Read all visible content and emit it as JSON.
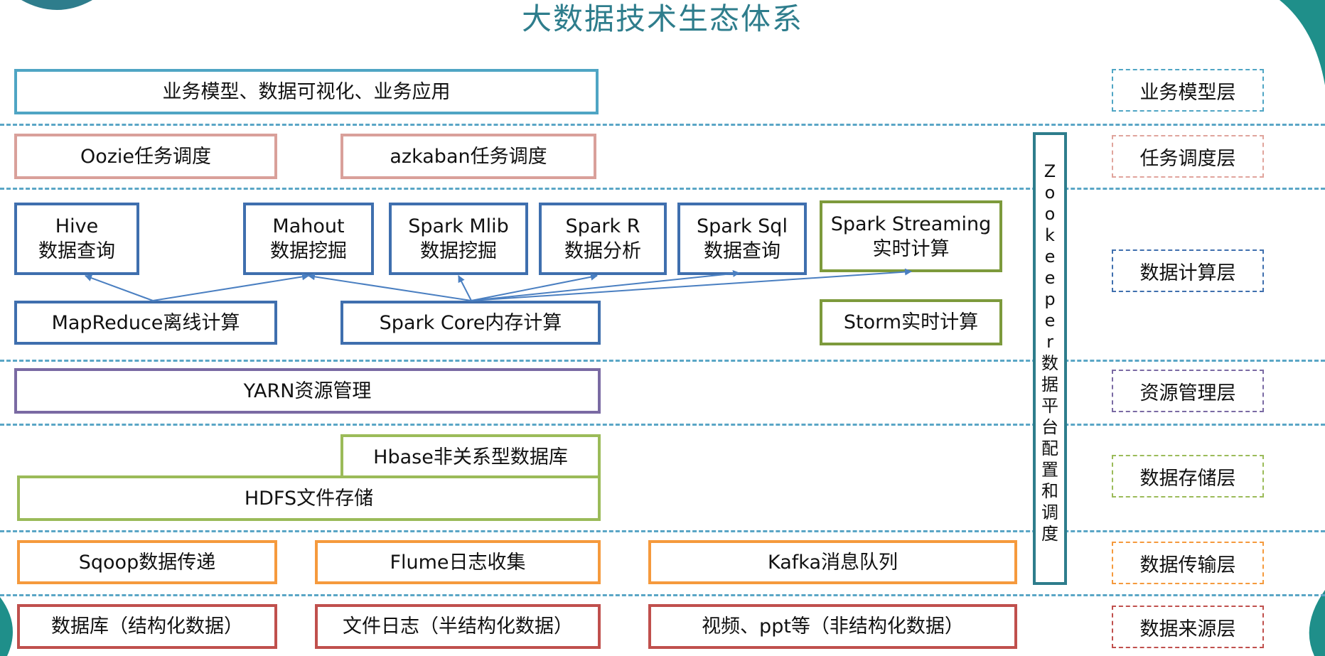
{
  "title": "大数据技术生态体系",
  "colors": {
    "title": "#2e7d8c",
    "separator": "#5aa6c6",
    "teal": "#4fa5c4",
    "rose": "#d9a09a",
    "blue": "#3f6fae",
    "olive": "#7d9a3c",
    "purple": "#7a6aa3",
    "green": "#9bbb59",
    "orange": "#f59a3d",
    "red": "#c0504d",
    "zookeeper": "#2e7d8c"
  },
  "business": {
    "apps": "业务模型、数据可视化、业务应用"
  },
  "scheduling": {
    "oozie": "Oozie任务调度",
    "azkaban": "azkaban任务调度"
  },
  "compute": {
    "hive": {
      "name": "Hive",
      "desc": "数据查询"
    },
    "mahout": {
      "name": "Mahout",
      "desc": "数据挖掘"
    },
    "spark_mlib": {
      "name": "Spark Mlib",
      "desc": "数据挖掘"
    },
    "spark_r": {
      "name": "Spark R",
      "desc": "数据分析"
    },
    "spark_sql": {
      "name": "Spark Sql",
      "desc": "数据查询"
    },
    "spark_streaming": {
      "name": "Spark Streaming",
      "desc": "实时计算"
    },
    "mapreduce": "MapReduce离线计算",
    "spark_core": "Spark Core内存计算",
    "storm": "Storm实时计算"
  },
  "resource": {
    "yarn": "YARN资源管理"
  },
  "storage": {
    "hbase": "Hbase非关系型数据库",
    "hdfs": "HDFS文件存储"
  },
  "transfer": {
    "sqoop": "Sqoop数据传递",
    "flume": "Flume日志收集",
    "kafka": "Kafka消息队列"
  },
  "sources": {
    "database": "数据库（结构化数据）",
    "logs": "文件日志（半结构化数据）",
    "video": "视频、ppt等（非结构化数据）"
  },
  "zookeeper": [
    "Z",
    "o",
    "o",
    "k",
    "e",
    "e",
    "p",
    "e",
    "r",
    "数",
    "据",
    "平",
    "台",
    "配",
    "置",
    "和",
    "调",
    "度"
  ],
  "layers": {
    "business": "业务模型层",
    "scheduling": "任务调度层",
    "compute": "数据计算层",
    "resource": "资源管理层",
    "storage": "数据存储层",
    "transfer": "数据传输层",
    "source": "数据来源层"
  }
}
